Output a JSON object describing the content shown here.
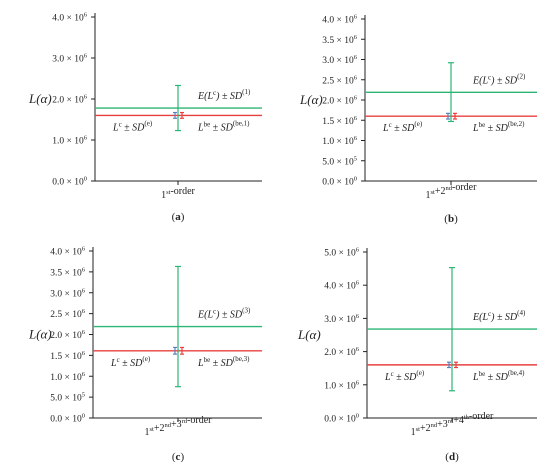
{
  "chart_data": [
    {
      "type": "errorbar",
      "panel_label": "(a)",
      "category": "1st-order",
      "category_parts": [
        [
          "1",
          "st"
        ],
        [
          "-order",
          ""
        ]
      ],
      "ylabel": "L(α)",
      "ylim": [
        0,
        4000000
      ],
      "yticks": [
        0,
        1000000,
        2000000,
        3000000,
        4000000
      ],
      "ytick_labels": [
        {
          "mant": "0.0",
          "exp": "0"
        },
        {
          "mant": "1.0",
          "exp": "6"
        },
        {
          "mant": "2.0",
          "exp": "6"
        },
        {
          "mant": "3.0",
          "exp": "6"
        },
        {
          "mant": "4.0",
          "exp": "6"
        }
      ],
      "lines": [
        {
          "name": "E(L^c) ± SD^(1)",
          "label_main": "E(L",
          "label_sup": "(1)",
          "color": "#2bb673",
          "y": 1780000
        },
        {
          "name": "L^be ± SD^(be,1)",
          "label_main": "L",
          "label_sup": "(be,1)",
          "color": "#e8403f",
          "y": 1600000
        }
      ],
      "error_bars": [
        {
          "series": "green",
          "color": "#2bb673",
          "y": 1780000,
          "lo": 1230000,
          "hi": 2330000
        },
        {
          "series": "blue",
          "color": "#5b7fc4",
          "y": 1600000,
          "lo": 1530000,
          "hi": 1670000
        },
        {
          "series": "red",
          "color": "#e8403f",
          "y": 1600000,
          "lo": 1530000,
          "hi": 1670000
        }
      ],
      "annotations": {
        "green": {
          "text": "E(Lc) ± SD(1)",
          "sup": "(1)"
        },
        "left": {
          "text": "Lc ± SD(e)"
        },
        "right": {
          "text": "Lbe ± SD(be,1)",
          "sup": "(be,1)"
        }
      }
    },
    {
      "type": "errorbar",
      "panel_label": "(b)",
      "category": "1st+2nd-order",
      "category_parts": [
        [
          "1",
          "st"
        ],
        [
          "+2",
          "nd"
        ],
        [
          "-order",
          ""
        ]
      ],
      "ylabel": "L(α)",
      "ylim": [
        0,
        4000000
      ],
      "yticks": [
        0,
        500000,
        1000000,
        1500000,
        2000000,
        2500000,
        3000000,
        3500000,
        4000000
      ],
      "ytick_labels": [
        {
          "mant": "0.0",
          "exp": "0"
        },
        {
          "mant": "5.0",
          "exp": "5"
        },
        {
          "mant": "1.0",
          "exp": "6"
        },
        {
          "mant": "1.5",
          "exp": "6"
        },
        {
          "mant": "2.0",
          "exp": "6"
        },
        {
          "mant": "2.5",
          "exp": "6"
        },
        {
          "mant": "3.0",
          "exp": "6"
        },
        {
          "mant": "3.5",
          "exp": "6"
        },
        {
          "mant": "4.0",
          "exp": "6"
        }
      ],
      "lines": [
        {
          "name": "E(L^c) ± SD^(2)",
          "label_main": "E(L",
          "label_sup": "(2)",
          "color": "#2bb673",
          "y": 2190000
        },
        {
          "name": "L^be ± SD^(be,2)",
          "label_main": "L",
          "label_sup": "(be,2)",
          "color": "#e8403f",
          "y": 1600000
        }
      ],
      "error_bars": [
        {
          "series": "green",
          "color": "#2bb673",
          "y": 2190000,
          "lo": 1470000,
          "hi": 2920000
        },
        {
          "series": "blue",
          "color": "#5b7fc4",
          "y": 1600000,
          "lo": 1530000,
          "hi": 1670000
        },
        {
          "series": "red",
          "color": "#e8403f",
          "y": 1600000,
          "lo": 1530000,
          "hi": 1670000
        }
      ],
      "annotations": {
        "green": {
          "text": "E(Lc) ± SD(2)",
          "sup": "(2)"
        },
        "left": {
          "text": "Lc ± SD(e)"
        },
        "right": {
          "text": "Lbe ± SD(be,2)",
          "sup": "(be,2)"
        }
      }
    },
    {
      "type": "errorbar",
      "panel_label": "(c)",
      "category": "1st+2nd+3rd-order",
      "category_parts": [
        [
          "1",
          "st"
        ],
        [
          "+2",
          "nd"
        ],
        [
          "+3",
          "rd"
        ],
        [
          "-order",
          ""
        ]
      ],
      "ylabel": "L(α)",
      "ylim": [
        0,
        4000000
      ],
      "yticks": [
        0,
        500000,
        1000000,
        1500000,
        2000000,
        2500000,
        3000000,
        3500000,
        4000000
      ],
      "ytick_labels": [
        {
          "mant": "0.0",
          "exp": "0"
        },
        {
          "mant": "5.0",
          "exp": "5"
        },
        {
          "mant": "1.0",
          "exp": "6"
        },
        {
          "mant": "1.5",
          "exp": "6"
        },
        {
          "mant": "2.0",
          "exp": "6"
        },
        {
          "mant": "2.5",
          "exp": "6"
        },
        {
          "mant": "3.0",
          "exp": "6"
        },
        {
          "mant": "3.5",
          "exp": "6"
        },
        {
          "mant": "4.0",
          "exp": "6"
        }
      ],
      "lines": [
        {
          "name": "E(L^c) ± SD^(3)",
          "label_main": "E(L",
          "label_sup": "(3)",
          "color": "#2bb673",
          "y": 2190000
        },
        {
          "name": "L^be ± SD^(be,3)",
          "label_main": "L",
          "label_sup": "(be,3)",
          "color": "#e8403f",
          "y": 1610000
        }
      ],
      "error_bars": [
        {
          "series": "green",
          "color": "#2bb673",
          "y": 2190000,
          "lo": 750000,
          "hi": 3630000
        },
        {
          "series": "blue",
          "color": "#5b7fc4",
          "y": 1610000,
          "lo": 1530000,
          "hi": 1690000
        },
        {
          "series": "red",
          "color": "#e8403f",
          "y": 1610000,
          "lo": 1530000,
          "hi": 1690000
        }
      ],
      "annotations": {
        "green": {
          "text": "E(Lc) ± SD(3)",
          "sup": "(3)"
        },
        "left": {
          "text": "Lc ± SD(e)"
        },
        "right": {
          "text": "Lbe ± SD(be,3)",
          "sup": "(be,3)"
        }
      }
    },
    {
      "type": "errorbar",
      "panel_label": "(d)",
      "category": "1st+2nd+3rd+4th-order",
      "category_parts": [
        [
          "1",
          "st"
        ],
        [
          "+2",
          "nd"
        ],
        [
          "+3",
          "rd"
        ],
        [
          "+4",
          "th"
        ],
        [
          "-order",
          ""
        ]
      ],
      "ylabel": "L(α)",
      "ylim": [
        0,
        5000000
      ],
      "yticks": [
        0,
        1000000,
        2000000,
        3000000,
        4000000,
        5000000
      ],
      "ytick_labels": [
        {
          "mant": "0.0",
          "exp": "0"
        },
        {
          "mant": "1.0",
          "exp": "6"
        },
        {
          "mant": "2.0",
          "exp": "6"
        },
        {
          "mant": "3.0",
          "exp": "6"
        },
        {
          "mant": "4.0",
          "exp": "6"
        },
        {
          "mant": "5.0",
          "exp": "6"
        }
      ],
      "lines": [
        {
          "name": "E(L^c) ± SD^(4)",
          "label_main": "E(L",
          "label_sup": "(4)",
          "color": "#2bb673",
          "y": 2680000
        },
        {
          "name": "L^be ± SD^(be,4)",
          "label_main": "L",
          "label_sup": "(be,4)",
          "color": "#e8403f",
          "y": 1600000
        }
      ],
      "error_bars": [
        {
          "series": "green",
          "color": "#2bb673",
          "y": 2680000,
          "lo": 820000,
          "hi": 4530000
        },
        {
          "series": "blue",
          "color": "#5b7fc4",
          "y": 1600000,
          "lo": 1520000,
          "hi": 1680000
        },
        {
          "series": "red",
          "color": "#e8403f",
          "y": 1600000,
          "lo": 1520000,
          "hi": 1680000
        }
      ],
      "annotations": {
        "green": {
          "text": "E(Lc) ± SD(4)",
          "sup": "(4)"
        },
        "left": {
          "text": "Lc ± SD(e)"
        },
        "right": {
          "text": "Lbe ± SD(be,4)",
          "sup": "(be,4)"
        }
      }
    }
  ]
}
